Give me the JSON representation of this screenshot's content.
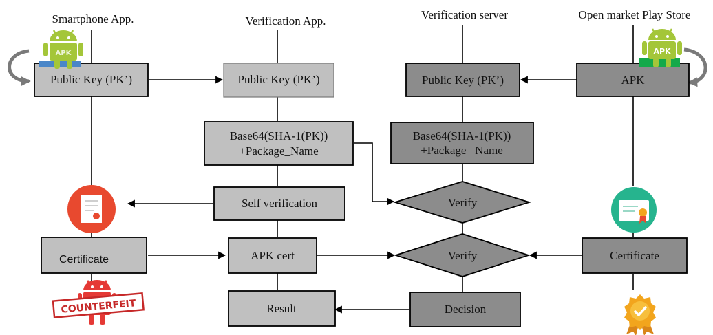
{
  "columns": {
    "smartphone": "Smartphone App.",
    "verification_app": "Verification App.",
    "verification_server": "Verification server",
    "play_store": "Open market Play Store"
  },
  "smartphone": {
    "public_key": "Public Key (PK’)",
    "certificate": "Certificate",
    "counterfeit_stamp": "COUNTERFEIT",
    "apk_badge": "APK"
  },
  "verification_app": {
    "public_key": "Public Key (PK’)",
    "hash_line1": "Base64(SHA-1(PK))",
    "hash_line2": "+Package_Name",
    "self_verification": "Self verification",
    "apk_cert": "APK cert",
    "result": "Result"
  },
  "verification_server": {
    "public_key": "Public Key (PK’)",
    "hash_line1": "Base64(SHA-1(PK))",
    "hash_line2": "+Package _Name",
    "verify_top": "Verify",
    "verify_bottom": "Verify",
    "decision": "Decision"
  },
  "play_store": {
    "apk": "APK",
    "certificate": "Certificate",
    "apk_badge": "APK"
  },
  "colors": {
    "light_box": "#c0c0c0",
    "dark_box": "#8c8c8c",
    "android_green": "#a4c639",
    "counterfeit_red": "#e53935",
    "cert_red": "#e8492f",
    "cert_teal": "#26b48e",
    "badge_gold": "#f2a51d"
  }
}
